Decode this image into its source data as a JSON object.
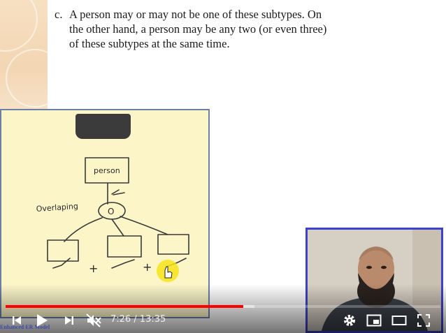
{
  "slide": {
    "item_label": "c.",
    "lines": [
      "A person may or may not be one of these subtypes. On",
      "the other hand, a person may be any two (or even three)",
      "of these subtypes at the same time."
    ]
  },
  "drawing": {
    "entity_label": "person",
    "constraint_label": "Overlaping",
    "constraint_symbol": "O",
    "plus_1": "+",
    "plus_2": "+"
  },
  "watermark": "Enhanced ER Model",
  "player": {
    "time_display": "7:26 / 13:35",
    "progress_fraction": 0.547,
    "buffered_fraction": 0.572,
    "colors": {
      "played": "#ff0000",
      "webcam_border": "#3d43c9",
      "panel_bg": "#fbf5c8"
    }
  }
}
